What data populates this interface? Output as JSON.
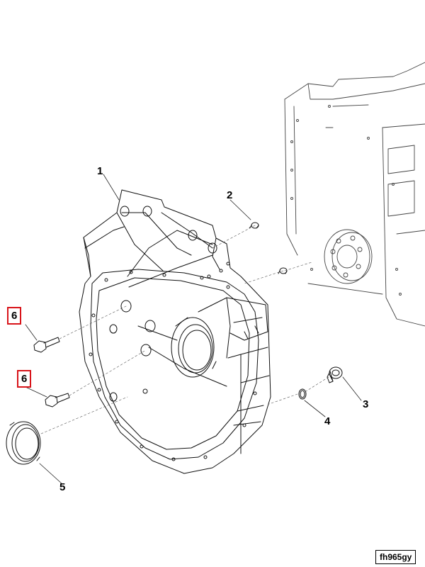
{
  "callouts": {
    "flywheel_housing": "1",
    "dowel_pin": "2",
    "plug": "3",
    "o_ring": "4",
    "rear_crankshaft_seal": "5",
    "bolt_upper": "6",
    "bolt_lower": "6"
  },
  "highlight_color": "#d8141a",
  "line_color": "#111111",
  "figure_code": "fh965gy"
}
